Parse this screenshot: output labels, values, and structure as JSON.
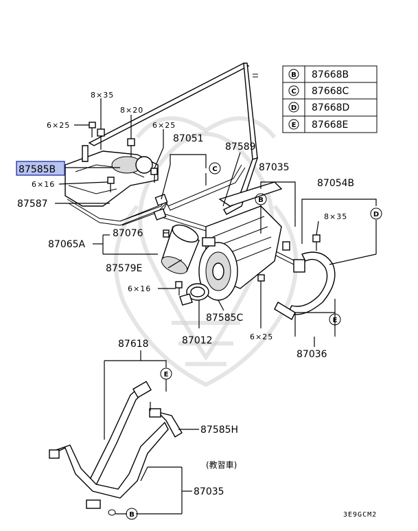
{
  "legend": [
    {
      "code": "B",
      "part": "87668B"
    },
    {
      "code": "C",
      "part": "87668C"
    },
    {
      "code": "D",
      "part": "87668D"
    },
    {
      "code": "E",
      "part": "87668E"
    }
  ],
  "parts": {
    "p87585B": "87585B",
    "p87587": "87587",
    "p87065A": "87065A",
    "p87076": "87076",
    "p87579E": "87579E",
    "p87051": "87051",
    "p87589": "87589",
    "p87035a": "87035",
    "p87054B": "87054B",
    "p87585C": "87585C",
    "p87012": "87012",
    "p87036": "87036",
    "p87618": "87618",
    "p87585H": "87585H",
    "p87035b": "87035"
  },
  "sizes": {
    "s8x35a": "8×35",
    "s8x20": "8×20",
    "s6x25a": "6×25",
    "s6x25b": "6×25",
    "s6x16a": "6×16",
    "s8x35b": "8×35",
    "s6x16b": "6×16",
    "s6x25c": "6×25"
  },
  "callouts": {
    "c_C": "C",
    "c_B1": "B",
    "c_D": "D",
    "c_E1": "E",
    "c_E2": "E",
    "c_B2": "B"
  },
  "note": "(教習車)",
  "code": "3E9GCM2",
  "highlight_color": "#b8c4f0"
}
